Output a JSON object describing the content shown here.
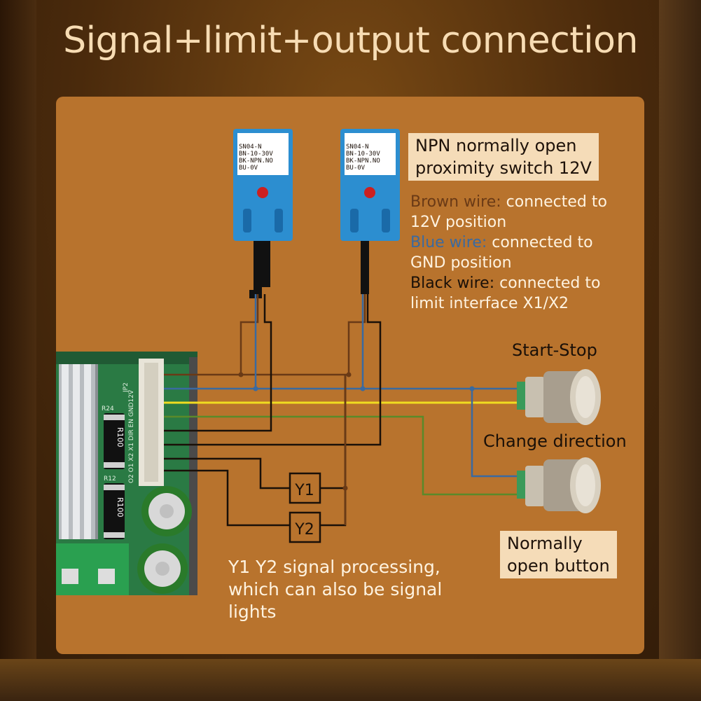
{
  "title": "Signal+limit+output connection",
  "sensors": {
    "left": {
      "lines": [
        "SN04-N",
        "BN-10-30V",
        "BK-NPN.NO",
        "BU-0V"
      ]
    },
    "right": {
      "lines": [
        "SN04-N",
        "BN-10-30V",
        "BK-NPN.NO",
        "BU-0V"
      ]
    }
  },
  "board": {
    "r24": "R24",
    "r12": "R12",
    "r100a": "R100",
    "r100b": "R100",
    "jp2": "JP2",
    "header_text": "O2 O1 X2 X1 DIR EN GND12V"
  },
  "npn_note": {
    "line1": "NPN normally open",
    "line2": "proximity switch 12V"
  },
  "wires": {
    "brown_label": "Brown wire:",
    "brown_text": "connected to",
    "brown_text2": "12V position",
    "blue_label": "Blue wire:",
    "blue_text": "connected to",
    "blue_text2": "GND position",
    "black_label": "Black wire:",
    "black_text": "connected to",
    "black_text2": "limit interface X1/X2"
  },
  "buttons": {
    "start_stop": "Start-Stop",
    "change_direction": "Change direction",
    "note_line1": "Normally",
    "note_line2": "open button"
  },
  "outputs": {
    "y1": "Y1",
    "y2": "Y2"
  },
  "signal_note": {
    "line1": "Y1 Y2 signal processing,",
    "line2": "which can also be signal",
    "line3": "lights"
  },
  "colors": {
    "background": "#4a2a0c",
    "panel": "#b8732d",
    "title": "#f7dcb4",
    "brown_wire": "#6a3a16",
    "blue_wire": "#3a6aa0",
    "yellow_wire": "#e8d020",
    "green_wire": "#5a8a2a",
    "sensor_blue": "#2c8ed0",
    "pcb_green": "#2a7a44",
    "note_box": "#f5dcb8"
  },
  "icons": [
    "proximity-sensor-icon",
    "push-button-icon",
    "heatsink-icon",
    "capacitor-icon",
    "terminal-block-icon"
  ]
}
